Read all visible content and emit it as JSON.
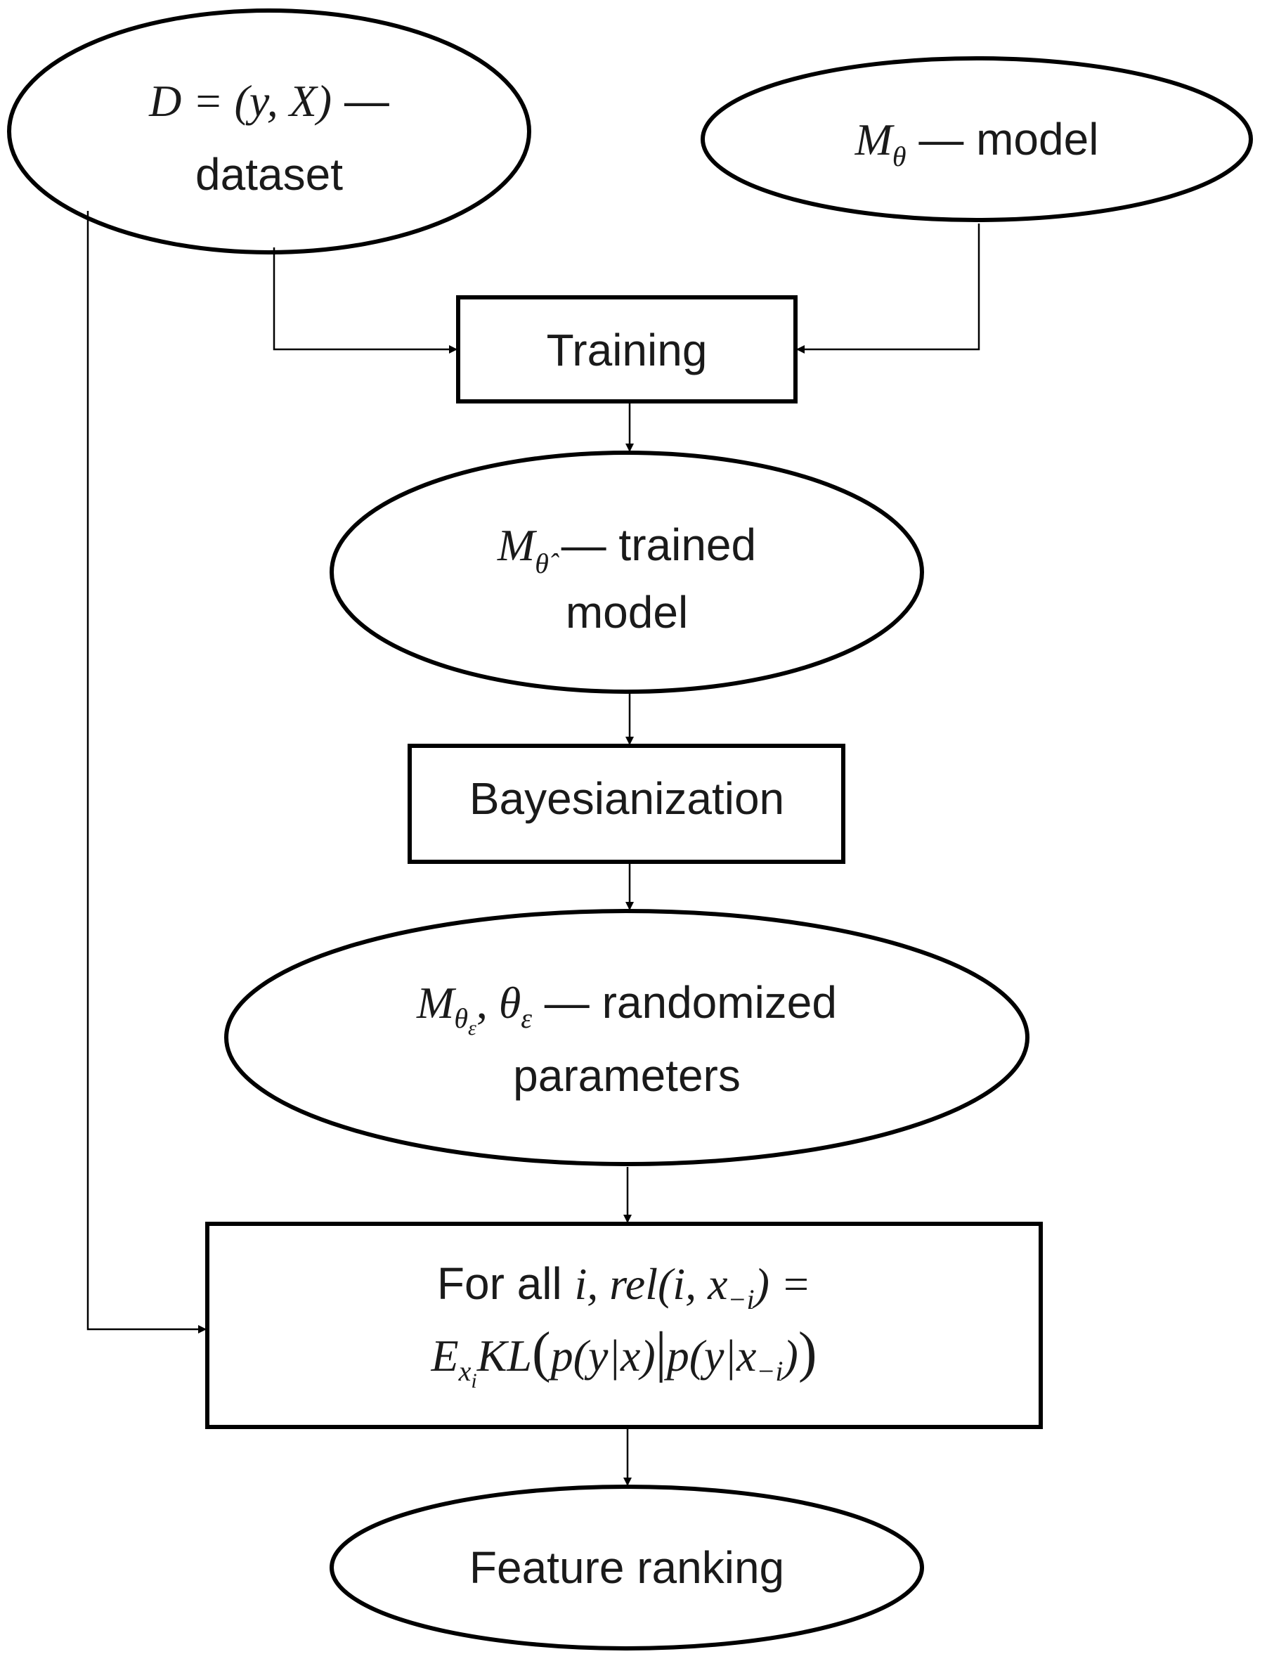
{
  "nodes": {
    "dataset": {
      "math": "D = (y, X)",
      "dash": " — ",
      "text": "dataset"
    },
    "model": {
      "math_base": "M",
      "math_sub": "θ",
      "dash": " — ",
      "text": "model"
    },
    "training": {
      "text": "Training"
    },
    "trained_model": {
      "math_base": "M",
      "math_sub": "θ̂",
      "dash": " — ",
      "text_a": "trained",
      "text_b": "model"
    },
    "bayesianization": {
      "text": "Bayesianization"
    },
    "randomized": {
      "math_base": "M",
      "math_sub": "θ",
      "math_subsub": "ε",
      "comma": ", ",
      "theta": "θ",
      "theta_sub": "ε",
      "dash": " — ",
      "text_a": "randomized",
      "text_b": "parameters"
    },
    "relevance": {
      "line1_text": "For all ",
      "line1_math": "i, rel(i, x",
      "line1_sub": "−i",
      "line1_end": ") =",
      "line2_E": "E",
      "line2_E_sub": "x",
      "line2_E_subsub": "i",
      "line2_KL": "KL",
      "line2_open": "(",
      "line2_p1": "p(y|x)",
      "line2_bar": "|",
      "line2_p2": "p(y|x",
      "line2_p2_sub": "−i",
      "line2_p2_end": ")",
      "line2_close": ")"
    },
    "feature_ranking": {
      "text": "Feature ranking"
    }
  }
}
